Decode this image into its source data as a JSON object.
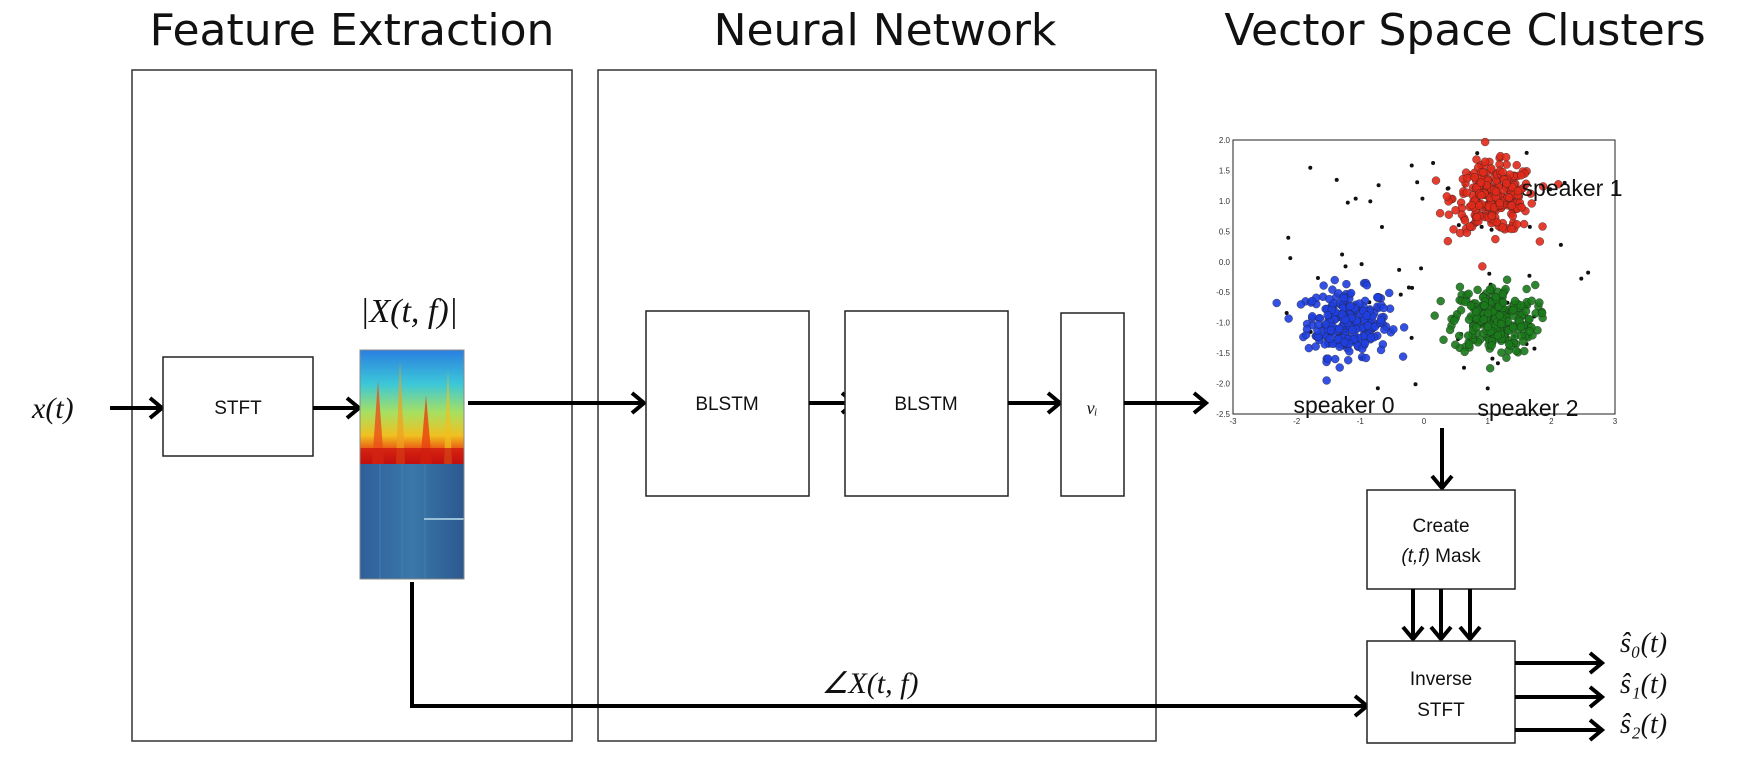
{
  "sections": {
    "feature_extraction": "Feature Extraction",
    "neural_network": "Neural Network",
    "vector_space": "Vector Space Clusters"
  },
  "input_signal": "x(t)",
  "stft_label": "STFT",
  "magnitude_label": "|X(t, f)|",
  "phase_label": "∠X(t, f)",
  "blstm1_label": "BLSTM",
  "blstm2_label": "BLSTM",
  "embedding_label": "vᵢ",
  "mask": {
    "line1": "Create",
    "line2_italic": "(t,f)",
    "line2_rest": " Mask"
  },
  "inverse": {
    "line1": "Inverse",
    "line2": "STFT"
  },
  "outputs": [
    "ŝ₀(t)",
    "ŝ₁(t)",
    "ŝ₂(t)"
  ],
  "scatter": {
    "x_ticks": [
      "-3",
      "-2",
      "-1",
      "0",
      "1",
      "2",
      "3"
    ],
    "y_ticks": [
      "2.0",
      "1.5",
      "1.0",
      "0.5",
      "0.0",
      "-0.5",
      "-1.0",
      "-1.5",
      "-2.0",
      "-2.5"
    ],
    "xlim": [
      -3,
      3
    ],
    "ylim": [
      -2.5,
      2.0
    ],
    "clusters": [
      {
        "name": "speaker 0",
        "color": "#1f3fe0",
        "center": [
          -1.2,
          -1.0
        ]
      },
      {
        "name": "speaker 1",
        "color": "#e02a1a",
        "center": [
          1.1,
          1.05
        ]
      },
      {
        "name": "speaker 2",
        "color": "#1a7a1a",
        "center": [
          1.1,
          -0.95
        ]
      }
    ],
    "noise_color": "#111111"
  }
}
